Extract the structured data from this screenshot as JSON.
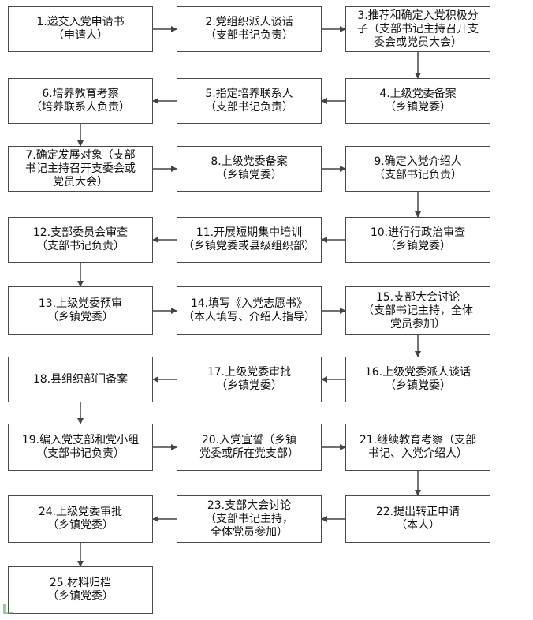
{
  "diagram": {
    "colors": {
      "border": "#4a4a4a",
      "text": "#111111",
      "arrow": "#444444",
      "background": "#ffffff"
    },
    "steps": [
      {
        "id": 1,
        "lines": [
          "1.递交入党申请书",
          "（申请人）"
        ]
      },
      {
        "id": 2,
        "lines": [
          "2.党组织派人谈话",
          "（支部书记负责）"
        ]
      },
      {
        "id": 3,
        "lines": [
          "3.推荐和确定入党积极分",
          "子（支部书记主持召开支",
          "委会或党员大会）"
        ]
      },
      {
        "id": 4,
        "lines": [
          "4.上级党委备案",
          "（乡镇党委）"
        ]
      },
      {
        "id": 5,
        "lines": [
          "5.指定培养联系人",
          "（支部书记负责）"
        ]
      },
      {
        "id": 6,
        "lines": [
          "6.培养教育考察",
          "（培养联系人负责）"
        ]
      },
      {
        "id": 7,
        "lines": [
          "7.确定发展对象（支部",
          "书记主持召开支委会或",
          "党员大会）"
        ]
      },
      {
        "id": 8,
        "lines": [
          "8.上级党委备案",
          "（乡镇党委）"
        ]
      },
      {
        "id": 9,
        "lines": [
          "9.确定入党介绍人",
          "（支部书记负责）"
        ]
      },
      {
        "id": 10,
        "lines": [
          "10.进行行政治审查",
          "（乡镇党委）"
        ]
      },
      {
        "id": 11,
        "lines": [
          "11.开展短期集中培训",
          "（乡镇党委或县级组织部）"
        ]
      },
      {
        "id": 12,
        "lines": [
          "12.支部委员会审查",
          "（支部书记负责）"
        ]
      },
      {
        "id": 13,
        "lines": [
          "13.上级党委预审",
          "（乡镇党委）"
        ]
      },
      {
        "id": 14,
        "lines": [
          "14.填写《入党志愿书》",
          "（本人填写、介绍人指导）"
        ]
      },
      {
        "id": 15,
        "lines": [
          "15.支部大会讨论",
          "（支部书记主持，全体",
          "党员参加）"
        ]
      },
      {
        "id": 16,
        "lines": [
          "16.上级党委派人谈话",
          "（乡镇党委）"
        ]
      },
      {
        "id": 17,
        "lines": [
          "17.上级党委审批",
          "（乡镇党委）"
        ]
      },
      {
        "id": 18,
        "lines": [
          "18.县组织部门备案"
        ]
      },
      {
        "id": 19,
        "lines": [
          "19.编入党支部和党小组",
          "（支部书记负责）"
        ]
      },
      {
        "id": 20,
        "lines": [
          "20.入党宣誓（乡镇",
          "党委或所在党支部）"
        ]
      },
      {
        "id": 21,
        "lines": [
          "21.继续教育考察（支部",
          "书记、入党介绍人）"
        ]
      },
      {
        "id": 22,
        "lines": [
          "22.提出转正申请",
          "（本人）"
        ]
      },
      {
        "id": 23,
        "lines": [
          "23.支部大会讨论",
          "（支部书记主持，",
          "全体党员参加）"
        ]
      },
      {
        "id": 24,
        "lines": [
          "24.上级党委审批",
          "（乡镇党委）"
        ]
      },
      {
        "id": 25,
        "lines": [
          "25.材料归档",
          "（乡镇党委）"
        ]
      }
    ]
  }
}
